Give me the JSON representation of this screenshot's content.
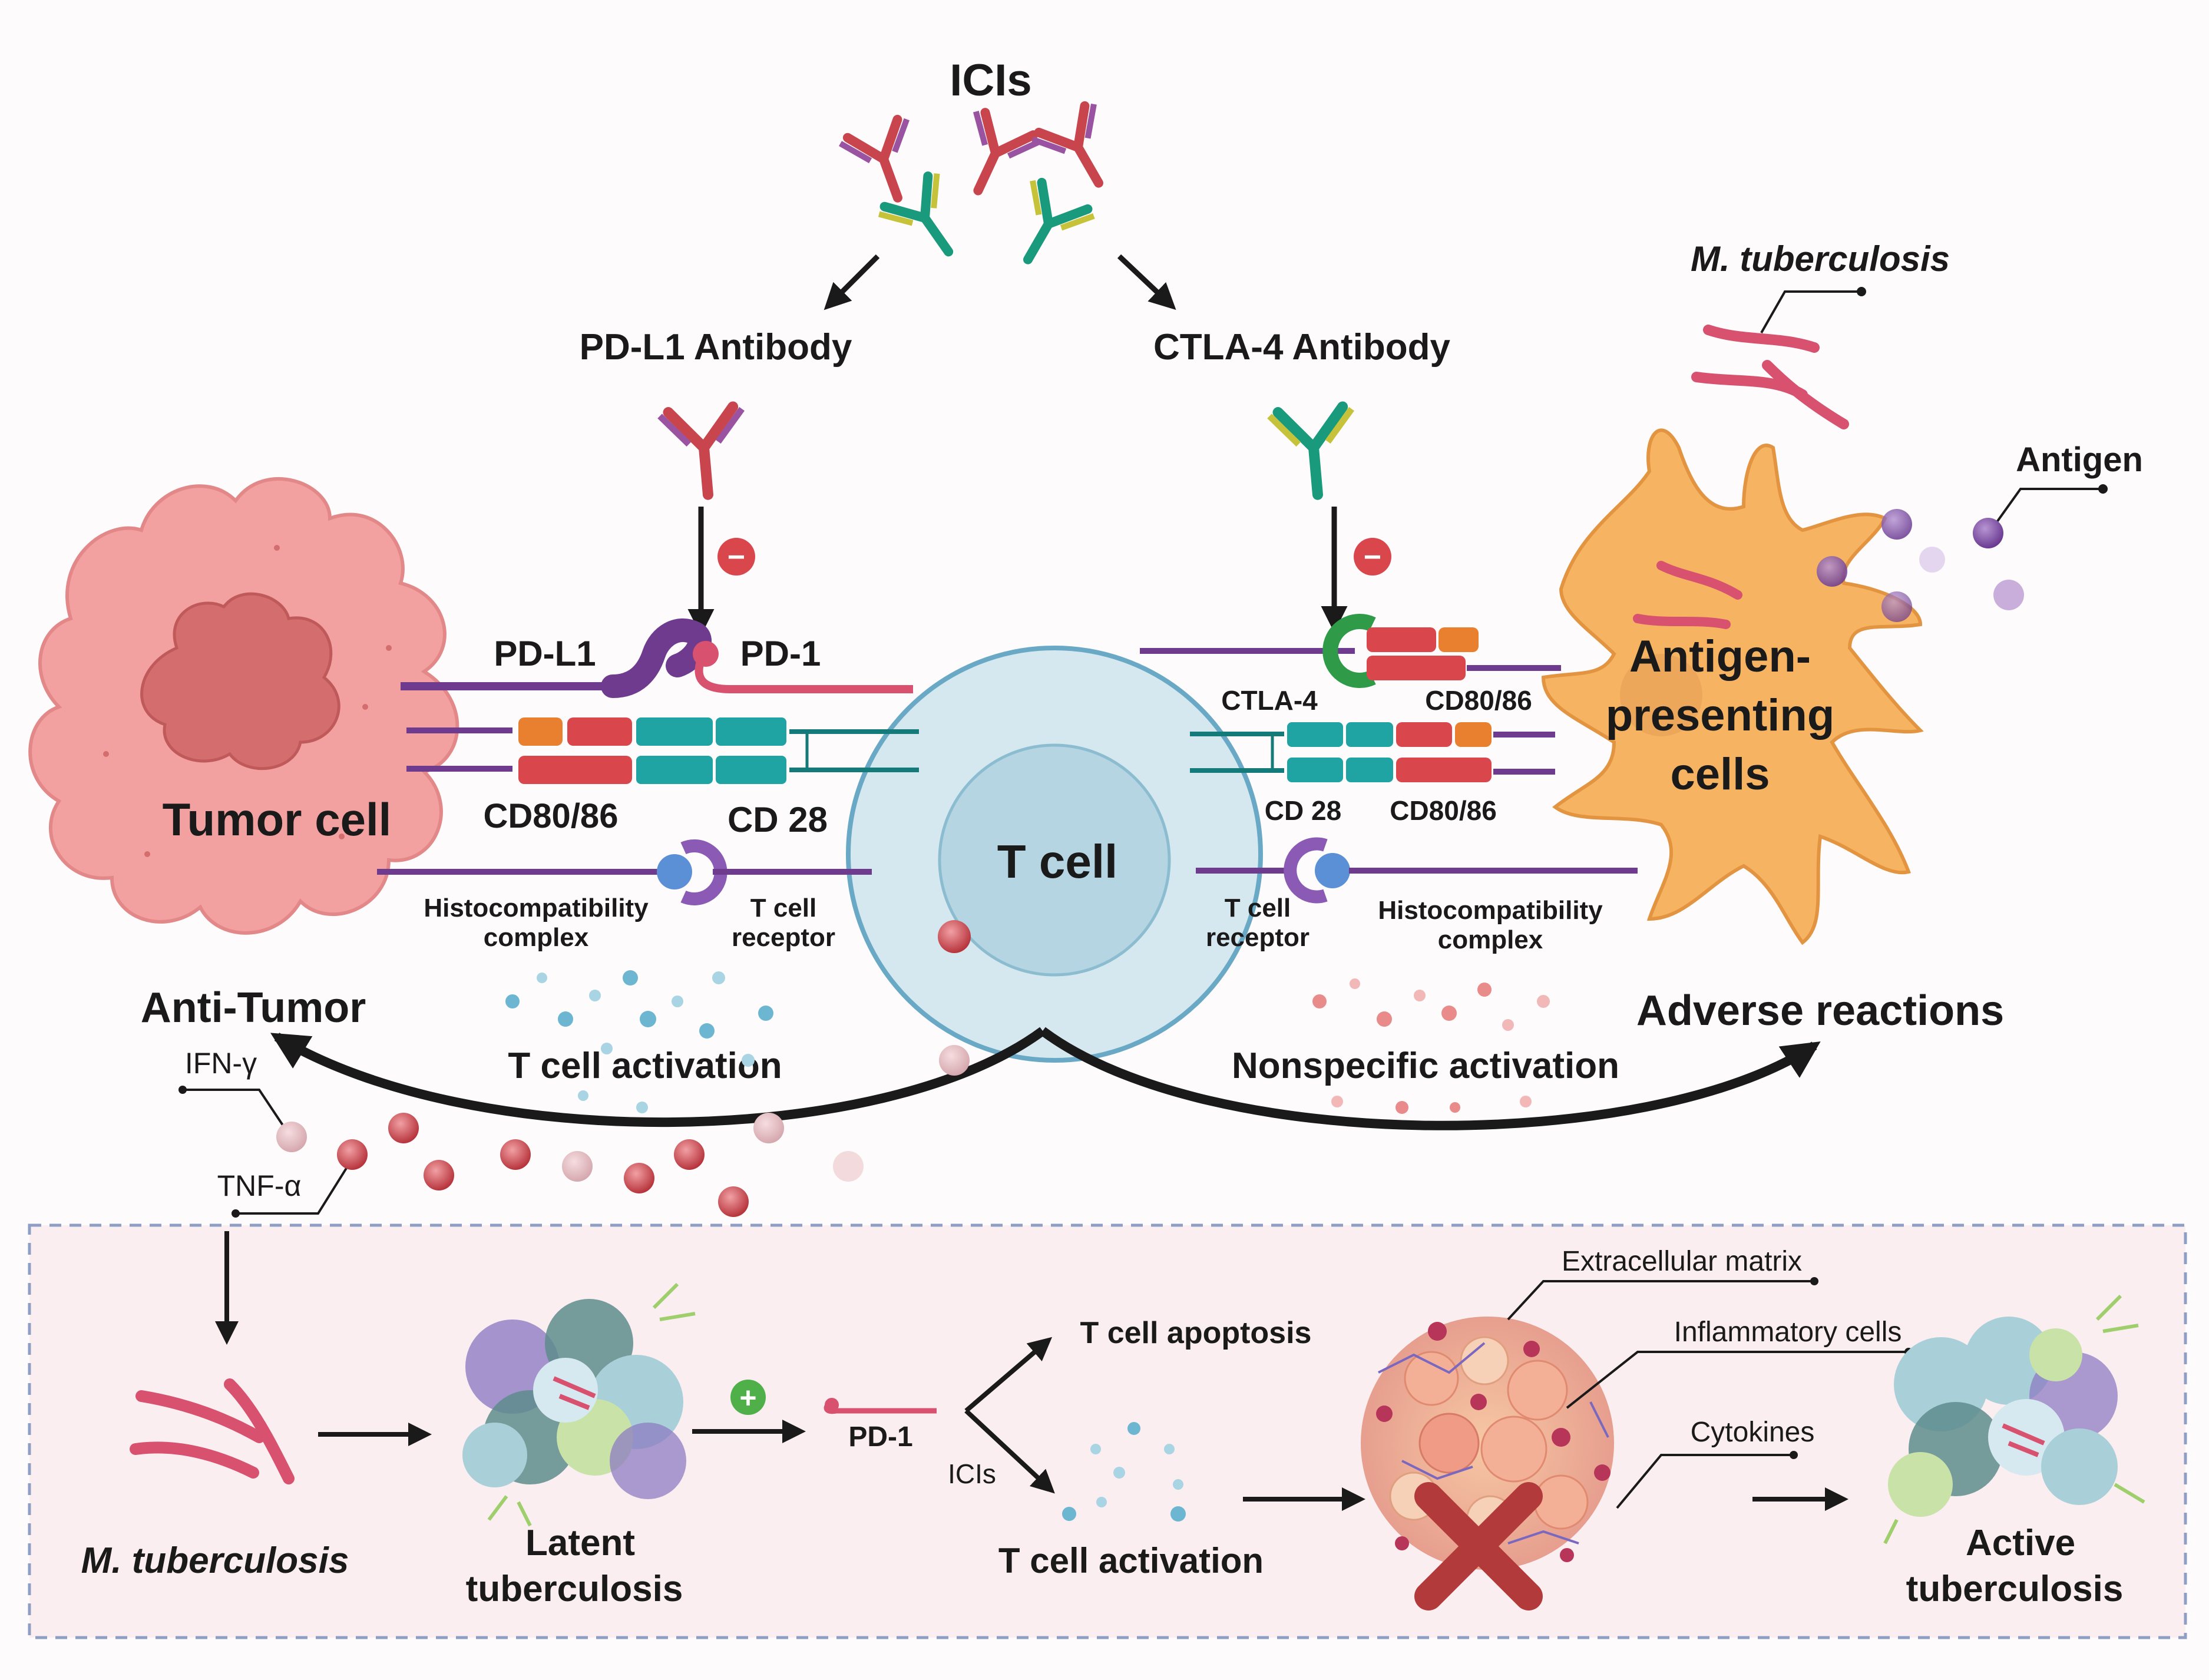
{
  "title": "ICIs",
  "antibodies": {
    "pdl1": "PD-L1 Antibody",
    "ctla4": "CTLA-4 Antibody"
  },
  "cells": {
    "tumor": "Tumor cell",
    "tcell": "T cell",
    "apc_line1": "Antigen-",
    "apc_line2": "presenting",
    "apc_line3": "cells"
  },
  "pathogen": {
    "mtb_top": "M. tuberculosis",
    "antigen": "Antigen"
  },
  "left_synapse": {
    "pdl1": "PD-L1",
    "pd1": "PD-1",
    "cd8086": "CD80/86",
    "cd28": "CD 28",
    "mhc_line1": "Histocompatibility",
    "mhc_line2": "complex",
    "tcr_line1": "T cell",
    "tcr_line2": "receptor"
  },
  "right_synapse": {
    "ctla4": "CTLA-4",
    "cd8086_top": "CD80/86",
    "cd28": "CD 28",
    "cd8086_bottom": "CD80/86",
    "tcr_line1": "T cell",
    "tcr_line2": "receptor",
    "mhc_line1": "Histocompatibility",
    "mhc_line2": "complex"
  },
  "outcomes": {
    "anti_tumor": "Anti-Tumor",
    "adverse": "Adverse reactions",
    "tcell_activation": "T cell activation",
    "nonspecific": "Nonspecific activation"
  },
  "cytokines": {
    "ifn": "IFN-γ",
    "tnf": "TNF-α"
  },
  "bottom": {
    "mtb": "M. tuberculosis",
    "latent_line1": "Latent",
    "latent_line2": "tuberculosis",
    "pd1": "PD-1",
    "icis": "ICIs",
    "apoptosis": "T cell apoptosis",
    "activation": "T cell activation",
    "ecm": "Extracellular matrix",
    "inflammatory": "Inflammatory cells",
    "cytokines": "Cytokines",
    "active_line1": "Active",
    "active_line2": "tuberculosis"
  },
  "signs": {
    "minus": "−",
    "plus": "+"
  },
  "colors": {
    "tumor": "#f3a0a0",
    "tcell": "#cde3ec",
    "apc": "#f6b463",
    "mtb": "#d8516f",
    "teal": "#1fa3a3",
    "red_block": "#d9474d",
    "orange_block": "#e8802f",
    "purple": "#6f3b8e",
    "panel": "#faeef0"
  }
}
